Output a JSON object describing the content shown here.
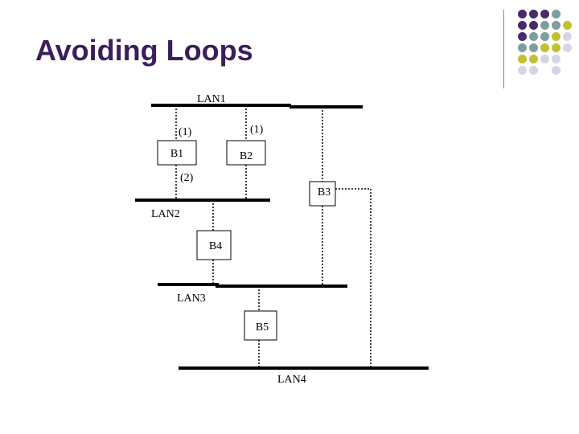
{
  "title": "Avoiding Loops",
  "colors": {
    "title": "#3b1e5a",
    "dot_purple": "#4b2a6a",
    "dot_teal": "#7f9ea0",
    "dot_olive": "#c3c030",
    "dot_light": "#d4d6e6"
  },
  "diagram": {
    "lans": {
      "lan1": "LAN1",
      "lan2": "LAN2",
      "lan3": "LAN3",
      "lan4": "LAN4"
    },
    "bridges": {
      "b1": "B1",
      "b2": "B2",
      "b3": "B3",
      "b4": "B4",
      "b5": "B5"
    },
    "ports": {
      "b1_lan1": "(1)",
      "b2_lan1": "(1)",
      "b1_lan2": "(2)"
    }
  }
}
